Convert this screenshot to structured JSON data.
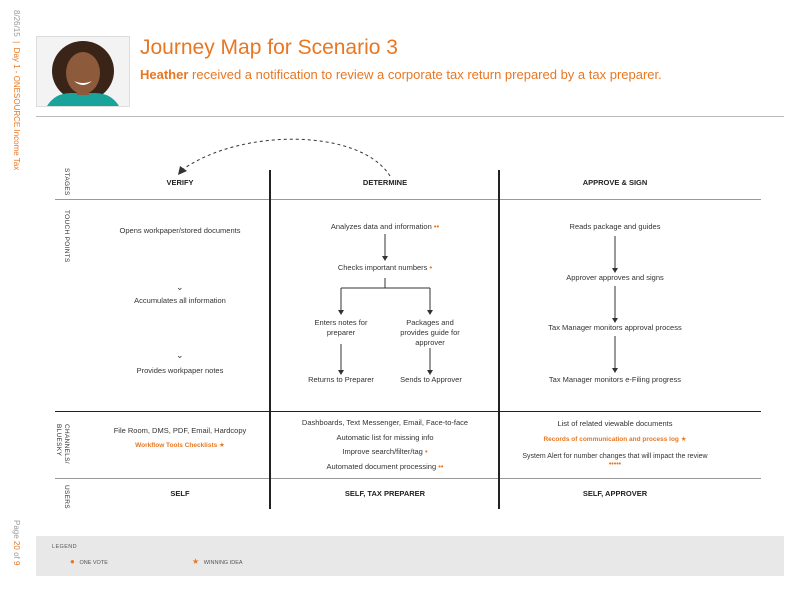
{
  "meta": {
    "date": "8/26/15",
    "section": "Day 1 - ONESOURCE Income Tax",
    "page_label": "Page",
    "page_num": "20",
    "of_label": "of",
    "page_total": "9"
  },
  "header": {
    "title": "Journey Map for Scenario 3",
    "subtitle_name": "Heather",
    "subtitle_rest": "received a notification to review a corporate tax return prepared by a tax preparer."
  },
  "row_labels": {
    "stages": "STAGES",
    "touch_points": "TOUCH POINTS",
    "channels": "CHANNELS/ BLUESKY",
    "users": "USERS"
  },
  "stages": [
    "VERIFY",
    "DETERMINE",
    "APPROVE & SIGN"
  ],
  "verify": {
    "touch": [
      "Opens workpaper/stored documents",
      "Accumulates all information",
      "Provides workpaper notes"
    ],
    "channel": "File Room, DMS, PDF, Email, Hardcopy",
    "channel_tool": "Workflow Tools Checklists",
    "users": "SELF"
  },
  "determine": {
    "touch": [
      "Analyzes data and information",
      "Checks important numbers",
      "Enters notes for preparer",
      "Packages and provides guide for approver",
      "Returns to Preparer",
      "Sends to Approver"
    ],
    "channels": [
      "Dashboards, Text Messenger, Email, Face-to-face",
      "Automatic list for missing info",
      "Improve search/filter/tag",
      "Automated document processing"
    ],
    "users": "SELF, TAX PREPARER"
  },
  "approve": {
    "touch": [
      "Reads package and guides",
      "Approver approves and signs",
      "Tax Manager monitors approval process",
      "Tax Manager monitors e-Filing progress"
    ],
    "channels": [
      "List of related viewable documents",
      "Records of communication and process log",
      "System Alert for number changes that will impact the review"
    ],
    "users": "SELF, APPROVER"
  },
  "legend": {
    "title": "LEGEND",
    "item1": "ONE VOTE",
    "item2": "WINNING IDEA"
  },
  "colors": {
    "accent": "#e87722",
    "line": "#222222",
    "legend_bg": "#e8e8e8"
  }
}
